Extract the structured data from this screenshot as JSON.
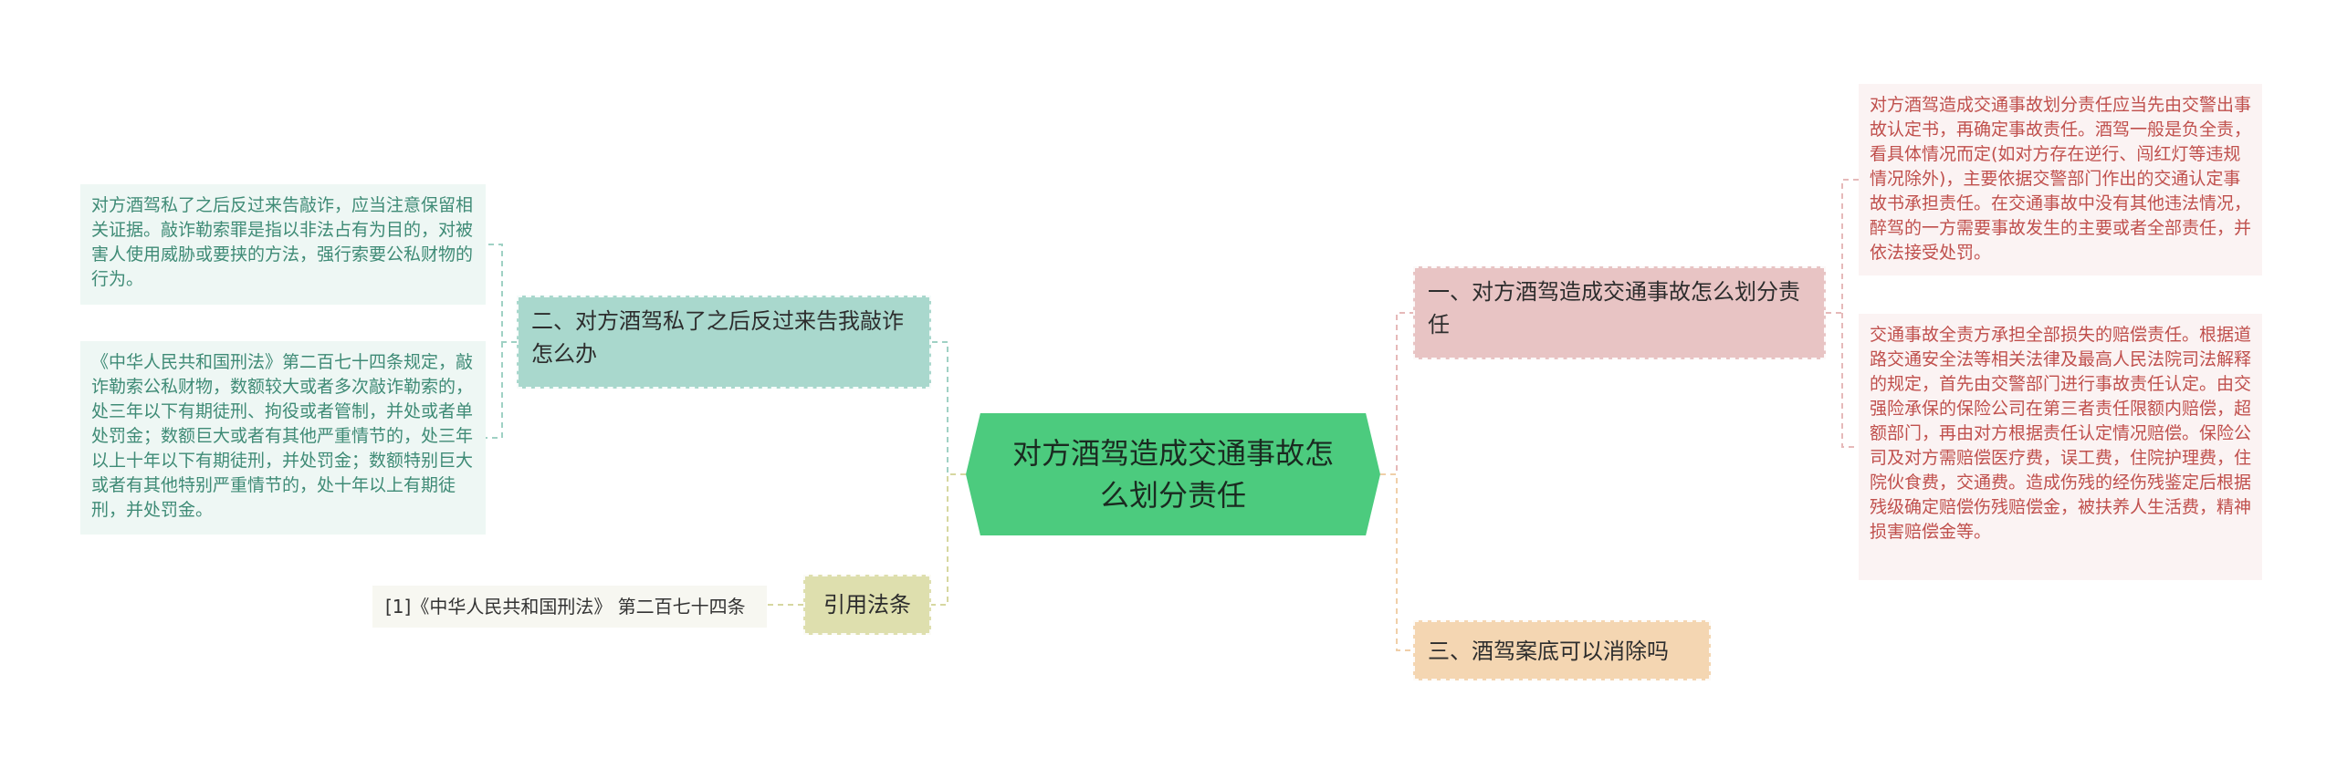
{
  "root": {
    "label": "对方酒驾造成交通事故怎么划分责任"
  },
  "branches": [
    {
      "label": "一、对方酒驾造成交通事故怎么划分责任",
      "children": [
        "对方酒驾造成交通事故划分责任应当先由交警出事故认定书，再确定事故责任。酒驾一般是负全责，看具体情况而定(如对方存在逆行、闯红灯等违规情况除外)，主要依据交警部门作出的交通认定事故书承担责任。在交通事故中没有其他违法情况，醉驾的一方需要事故发生的主要或者全部责任，并依法接受处罚。",
        "交通事故全责方承担全部损失的赔偿责任。根据道路交通安全法等相关法律及最高人民法院司法解释的规定，首先由交警部门进行事故责任认定。由交强险承保的保险公司在第三者责任限额内赔偿，超额部门，再由对方根据责任认定情况赔偿。保险公司及对方需赔偿医疗费，误工费，住院护理费，住院伙食费，交通费。造成伤残的经伤残鉴定后根据残级确定赔偿伤残赔偿金，被扶养人生活费，精神损害赔偿金等。"
      ]
    },
    {
      "label": "三、酒驾案底可以消除吗",
      "children": []
    },
    {
      "label": "二、对方酒驾私了之后反过来告我敲诈怎么办",
      "children": [
        "对方酒驾私了之后反过来告敲诈，应当注意保留相关证据。敲诈勒索罪是指以非法占有为目的，对被害人使用威胁或要挟的方法，强行索要公私财物的行为。",
        "《中华人民共和国刑法》第二百七十四条规定，敲诈勒索公私财物，数额较大或者多次敲诈勒索的，处三年以下有期徒刑、拘役或者管制，并处或者单处罚金；数额巨大或者有其他严重情节的，处三年以上十年以下有期徒刑，并处罚金；数额特别巨大或者有其他特别严重情节的，处十年以上有期徒刑，并处罚金。"
      ]
    },
    {
      "label": "引用法条",
      "children": [
        "[1]《中华人民共和国刑法》 第二百七十四条"
      ]
    }
  ],
  "colors": {
    "root": "#4ccb7e",
    "branch_red": "#e8c4c4",
    "branch_orange": "#f4d6b2",
    "branch_teal": "#a9d8cd",
    "branch_olive": "#dedfae",
    "leaf_red_text": "#c0504d",
    "leaf_green_text": "#3f8b76"
  }
}
